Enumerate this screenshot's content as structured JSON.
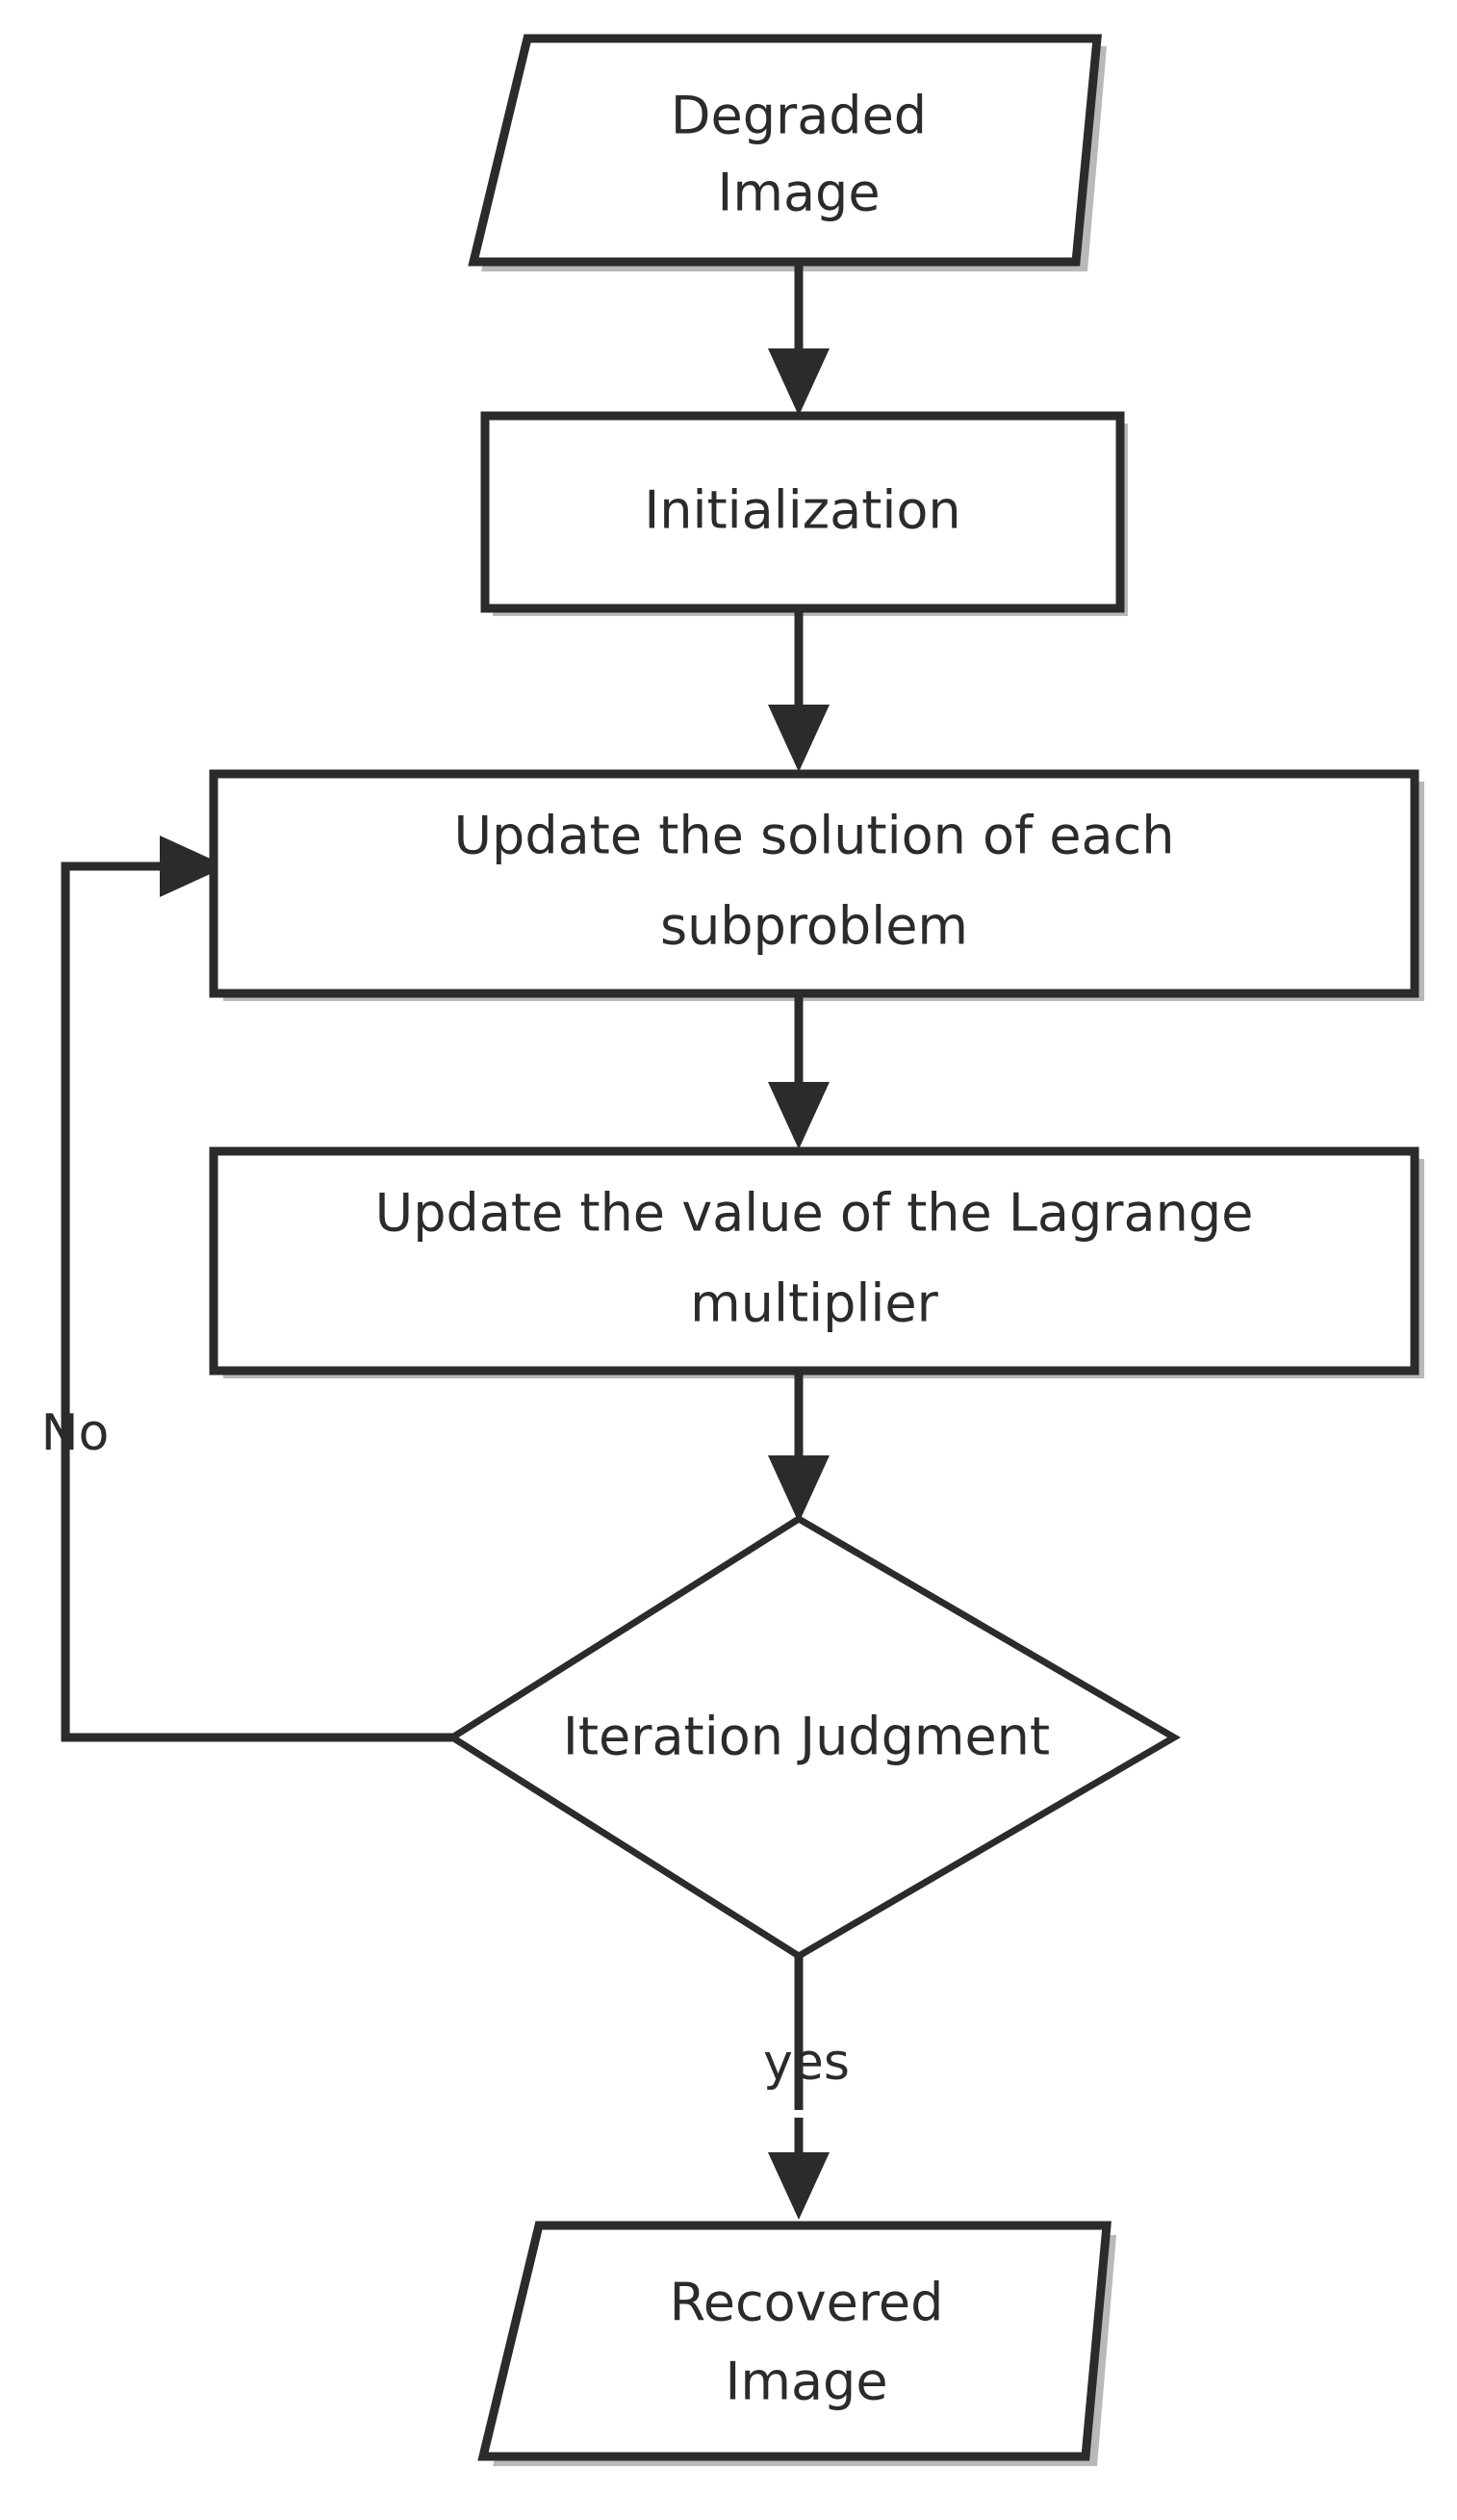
{
  "diagram": {
    "title": "Image restoration ADMM iterative flowchart",
    "background_color": "#ffffff",
    "stroke_color": "#2b2b2b",
    "shadow_color": "#b9b9b9",
    "nodes": [
      {
        "id": "degraded-image",
        "shape": "parallelogram",
        "role": "input",
        "lines": [
          "Degraded",
          "Image"
        ]
      },
      {
        "id": "initialization",
        "shape": "rectangle",
        "role": "process",
        "lines": [
          "Initialization"
        ]
      },
      {
        "id": "update-subproblem",
        "shape": "rectangle",
        "role": "process",
        "lines": [
          "Update the solution of each",
          "subproblem"
        ]
      },
      {
        "id": "update-lagrange",
        "shape": "rectangle",
        "role": "process",
        "lines": [
          "Update the value of the Lagrange",
          "multiplier"
        ]
      },
      {
        "id": "iteration-judgment",
        "shape": "diamond",
        "role": "decision",
        "lines": [
          "Iteration Judgment"
        ]
      },
      {
        "id": "recovered-image",
        "shape": "parallelogram",
        "role": "output",
        "lines": [
          "Recovered",
          "Image"
        ]
      }
    ],
    "edges": [
      {
        "id": "e1",
        "from": "degraded-image",
        "to": "initialization",
        "label": ""
      },
      {
        "id": "e2",
        "from": "initialization",
        "to": "update-subproblem",
        "label": ""
      },
      {
        "id": "e3",
        "from": "update-subproblem",
        "to": "update-lagrange",
        "label": ""
      },
      {
        "id": "e4",
        "from": "update-lagrange",
        "to": "iteration-judgment",
        "label": ""
      },
      {
        "id": "e5",
        "from": "iteration-judgment",
        "to": "update-subproblem",
        "label": "No"
      },
      {
        "id": "e6",
        "from": "iteration-judgment",
        "to": "recovered-image",
        "label": "yes"
      }
    ],
    "labels": {
      "no": "No",
      "yes": "yes"
    }
  }
}
